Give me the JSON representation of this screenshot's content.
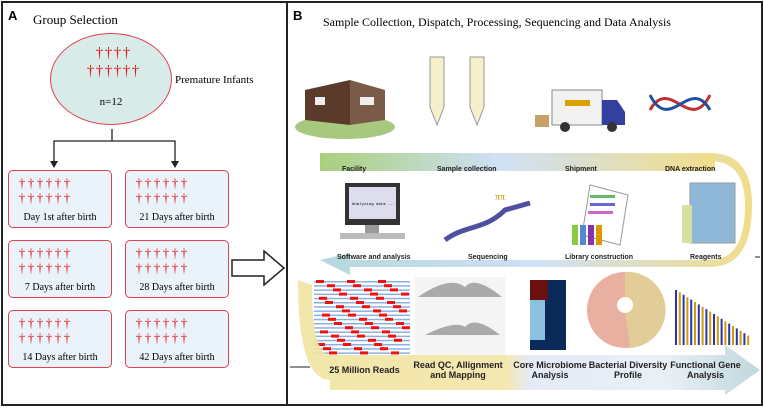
{
  "panel_a": {
    "label": "A",
    "title": "Group Selection",
    "population_label": "Premature Infants",
    "n": "n=12",
    "groups": [
      {
        "label": "Day 1st after birth"
      },
      {
        "label": "21 Days after birth"
      },
      {
        "label": "7 Days after birth"
      },
      {
        "label": "28 Days after birth"
      },
      {
        "label": "14 Days after birth"
      },
      {
        "label": "42 Days after birth"
      }
    ],
    "accent": "#e01010"
  },
  "panel_b": {
    "label": "B",
    "title": "Sample Collection, Dispatch, Processing, Sequencing and Data Analysis",
    "top_steps": [
      "Facility",
      "Sample collection",
      "Shipment",
      "DNA extraction"
    ],
    "middle_steps": [
      "Software and analysis",
      "Sequencing",
      "Library construction",
      "Reagents"
    ],
    "monitor_text": "Analyzing data ...",
    "bottom_steps": [
      "25 Million Reads",
      "Read QC, Allignment and Mapping",
      "Core Microbiome Analysis",
      "Bacterial Diversity Profile",
      "Functional Gene Analysis"
    ]
  }
}
